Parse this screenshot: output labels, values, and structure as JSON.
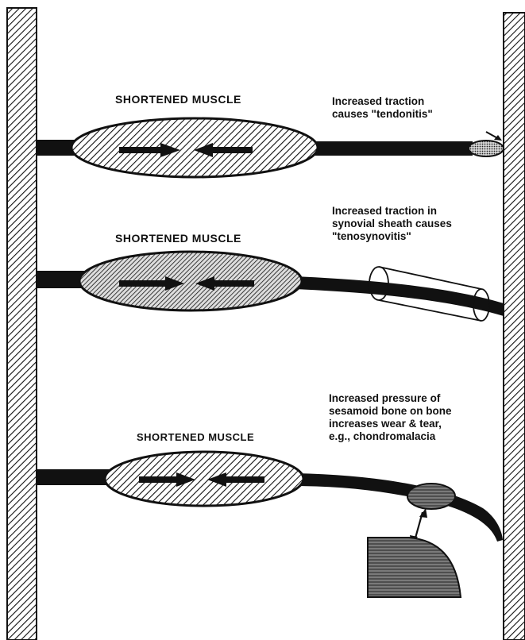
{
  "panels": [
    {
      "muscle_label": "SHORTENED MUSCLE",
      "effect_text": "Increased traction\ncauses \"tendonitis\""
    },
    {
      "muscle_label": "SHORTENED MUSCLE",
      "effect_text": "Increased traction in\nsynovial sheath causes\n\"tenosynovitis\""
    },
    {
      "muscle_label": "SHORTENED MUSCLE",
      "effect_text": "Increased pressure of\nsesamoid bone on bone\nincreases wear & tear,\ne.g., chondromalacia"
    }
  ],
  "colors": {
    "ink": "#111111",
    "background": "#ffffff",
    "hatch_fill": "#cfcfcf",
    "dark_hatch_fill": "#8a8a8a"
  }
}
